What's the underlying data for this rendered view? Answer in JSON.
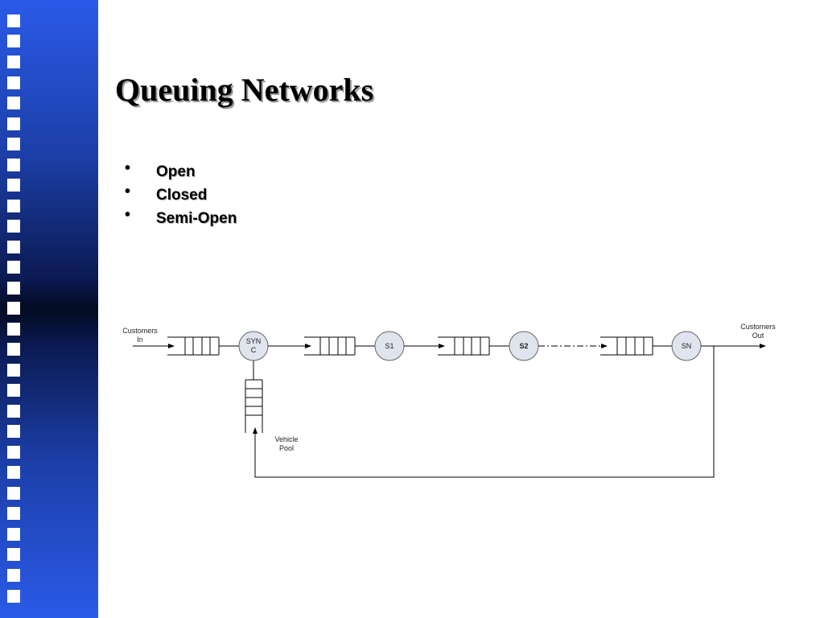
{
  "slide": {
    "title": "Queuing Networks",
    "bullets": [
      "Open",
      "Closed",
      "Semi-Open"
    ]
  },
  "diagram": {
    "input_label": [
      "Customers",
      "In"
    ],
    "output_label": [
      "Customers",
      "Out"
    ],
    "pool_label": [
      "Vehicle",
      "Pool"
    ],
    "nodes": [
      {
        "id": "sync",
        "label": [
          "SYN",
          "C"
        ]
      },
      {
        "id": "s1",
        "label": [
          "S1"
        ]
      },
      {
        "id": "s2",
        "label": [
          "S2"
        ]
      },
      {
        "id": "sn",
        "label": [
          "SN"
        ]
      }
    ]
  },
  "colors": {
    "sidebar_top": "#2a5ae8",
    "sidebar_mid": "#020b22",
    "node_fill": "#dfe4ef"
  }
}
